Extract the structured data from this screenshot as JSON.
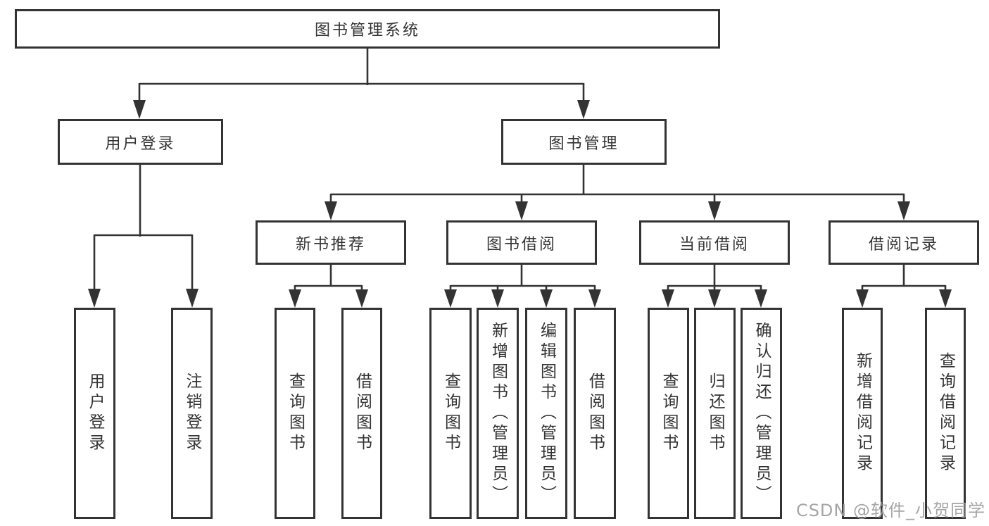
{
  "colors": {
    "line": "#333333",
    "text": "#333333",
    "box_bg": "#ffffff",
    "background": "#ffffff",
    "watermark": "#9e9e9e"
  },
  "diagram": {
    "root_label": "图书管理系统",
    "level2": {
      "user_login": "用户登录",
      "book_management": "图书管理"
    },
    "level3": {
      "new_book": "新书推荐",
      "borrow": "图书借阅",
      "current": "当前借阅",
      "records": "借阅记录"
    },
    "leaves": {
      "user_login": [
        "用户登录",
        "注销登录"
      ],
      "new_book": [
        "查询图书",
        "借阅图书"
      ],
      "borrow": [
        "查询图书",
        "新增图书（管理员）",
        "编辑图书（管理员）",
        "借阅图书"
      ],
      "current": [
        "查询图书",
        "归还图书",
        "确认归还（管理员）"
      ],
      "records": [
        "新增借阅记录",
        "查询借阅记录"
      ]
    }
  },
  "watermark": "CSDN @软件_小贺同学"
}
